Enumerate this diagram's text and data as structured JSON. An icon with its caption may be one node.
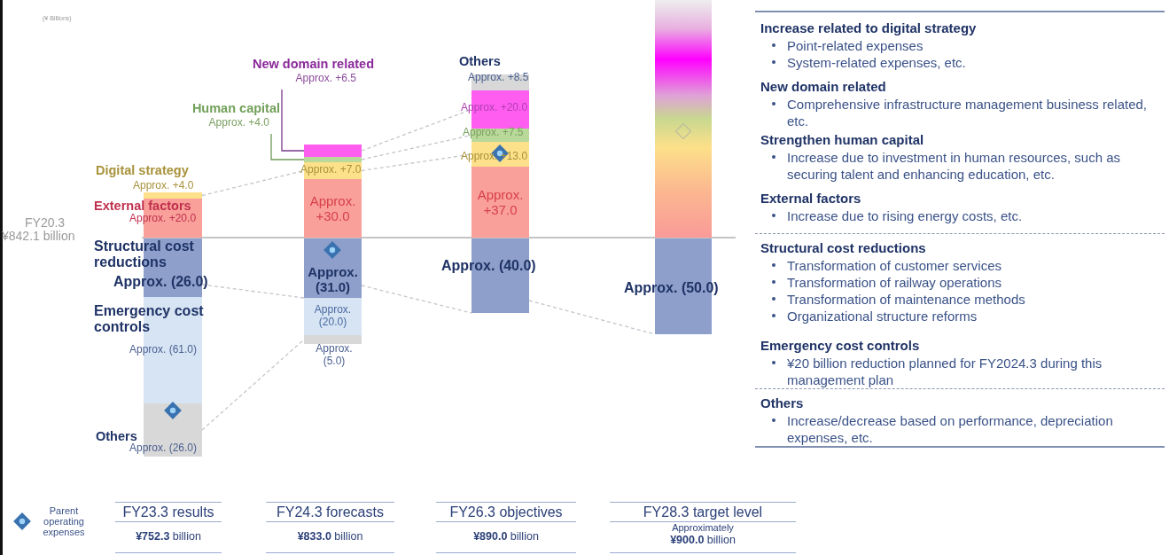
{
  "diagram": {
    "nodes": [
      {
        "text": [
          "New domain related",
          "Approx. +6.5"
        ]
      },
      {
        "text": [
          "Human capital",
          "Approx. +4.0"
        ]
      },
      {
        "text": [],
        "shape": "bar"
      },
      {
        "text": [],
        "shape": "bar"
      },
      {
        "text": [],
        "shape": "bar"
      },
      {
        "text": [],
        "shape": "bar"
      },
      {
        "text": [],
        "shape": "bar"
      },
      {
        "text": [],
        "shape": "bar"
      },
      {
        "text": [],
        "shape": "bar"
      },
      {
        "text": [],
        "shape": "bar"
      },
      {
        "text": [
          "Approx. +30.0"
        ]
      },
      {
        "text": [
          "Approx. (31.0)"
        ]
      },
      {
        "text": [
          "Approx. (20.0)"
        ]
      },
      {
        "text": [],
        "shape": "bar"
      },
      {
        "text": [],
        "shape": "bar"
      },
      {
        "text": [],
        "shape": "bar"
      },
      {
        "text": [],
        "shape": "bar"
      },
      {
        "text": [],
        "shape": "bar"
      },
      {
        "text": [
          "Approx. +37.0"
        ]
      },
      {
        "text": [],
        "shape": "bar"
      },
      {
        "text": [],
        "shape": "bar"
      },
      {
        "text": [],
        "shape": "bar"
      }
    ],
    "edges": [
      {
        "from": 0,
        "to": 7,
        "arrow": "none",
        "color": "#7a3a8c"
      },
      {
        "from": 1,
        "to": 8,
        "arrow": "none",
        "color": "#6e9a58"
      },
      {
        "from": 2,
        "to": 9,
        "arrow": "none",
        "style": "dashed"
      },
      {
        "from": 7,
        "to": 15,
        "arrow": "none",
        "style": "dashed"
      },
      {
        "from": 8,
        "to": 16,
        "arrow": "none",
        "style": "dashed"
      },
      {
        "from": 9,
        "to": 17,
        "arrow": "none",
        "style": "dashed"
      },
      {
        "from": 4,
        "to": 11,
        "arrow": "none",
        "style": "dashed"
      },
      {
        "from": 11,
        "to": 19,
        "arrow": "none",
        "style": "dashed"
      },
      {
        "from": 19,
        "to": 21,
        "arrow": "none",
        "style": "dashed"
      },
      {
        "from": 6,
        "to": 13,
        "arrow": "none",
        "style": "dashed"
      }
    ],
    "labels": [
      "(¥ Billions)",
      "Digital strategy",
      "Approx. +4.0",
      "External factors",
      "Approx. +20.0",
      "FY20.3",
      "¥842.1 billion",
      "Structural cost reductions",
      "Approx. (26.0)",
      "Emergency cost controls",
      "Approx. (61.0)",
      "Others",
      "Approx. (26.0)",
      "Approx. +7.0",
      "Approx. (5.0)",
      "Others",
      "Approx. +8.5",
      "Approx. +20.0",
      "Approx. +7.5",
      "Approx. +13.0",
      "Approx. (40.0)",
      "Approx. (50.0)",
      "Increase related to digital strategy",
      "Point-related expenses",
      "System-related expenses, etc.",
      "New domain related",
      "Comprehensive infrastructure management business related, etc.",
      "Strengthen human capital",
      "Increase due to investment in human resources, such as securing talent and enhancing education, etc.",
      "External factors",
      "Increase due to rising energy costs, etc.",
      "Structural cost reductions",
      "Transformation of customer services",
      "Transformation of railway operations",
      "Transformation of maintenance methods",
      "Organizational structure reforms",
      "Emergency cost controls",
      "¥20 billion reduction planned for FY2024.3 during this management plan",
      "Others",
      "Increase/decrease based on performance, depreciation expenses, etc.",
      "FY23.3 results",
      "**¥752.3** billion",
      "FY24.3 forecasts",
      "**¥833.0** billion",
      "FY26.3 objectives",
      "**¥890.0** billion",
      "FY28.3 target level",
      "Approximately",
      "**¥900.0** billion"
    ],
    "legend": [
      {
        "text": "Parent operating expenses"
      }
    ]
  }
}
